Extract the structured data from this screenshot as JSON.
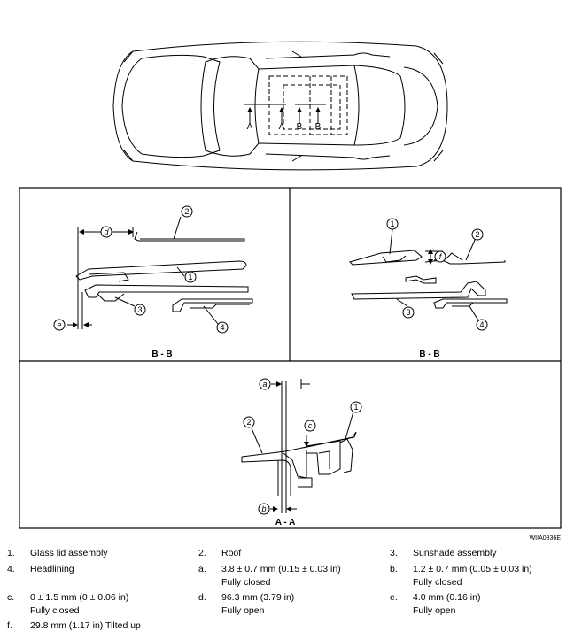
{
  "figure_code": "WIIA0836E",
  "car_markers": [
    "A",
    "A",
    "B",
    "B"
  ],
  "panels": {
    "bb_left_title": "B - B",
    "bb_right_title": "B - B",
    "aa_title": "A - A"
  },
  "callouts": {
    "n1": "1",
    "n2": "2",
    "n3": "3",
    "n4": "4",
    "d": "d",
    "e": "e",
    "f": "f",
    "a": "a",
    "b": "b",
    "c": "c"
  },
  "legend": [
    {
      "key": "1.",
      "text": "Glass lid assembly",
      "note": ""
    },
    {
      "key": "2.",
      "text": "Roof",
      "note": ""
    },
    {
      "key": "3.",
      "text": "Sunshade assembly",
      "note": ""
    },
    {
      "key": "4.",
      "text": "Headlining",
      "note": ""
    },
    {
      "key": "a.",
      "text": "3.8 ± 0.7 mm (0.15 ± 0.03 in)",
      "note": "Fully closed"
    },
    {
      "key": "b.",
      "text": "1.2 ± 0.7 mm (0.05 ± 0.03 in)",
      "note": "Fully closed"
    },
    {
      "key": "c.",
      "text": "0 ± 1.5 mm (0 ± 0.06 in)",
      "note": "Fully closed"
    },
    {
      "key": "d.",
      "text": "96.3 mm (3.79 in)",
      "note": "Fully open"
    },
    {
      "key": "e.",
      "text": "4.0 mm (0.16 in)",
      "note": "Fully open"
    },
    {
      "key": "f.",
      "text": "29.8 mm (1.17 in) Tilted up",
      "note": ""
    }
  ]
}
